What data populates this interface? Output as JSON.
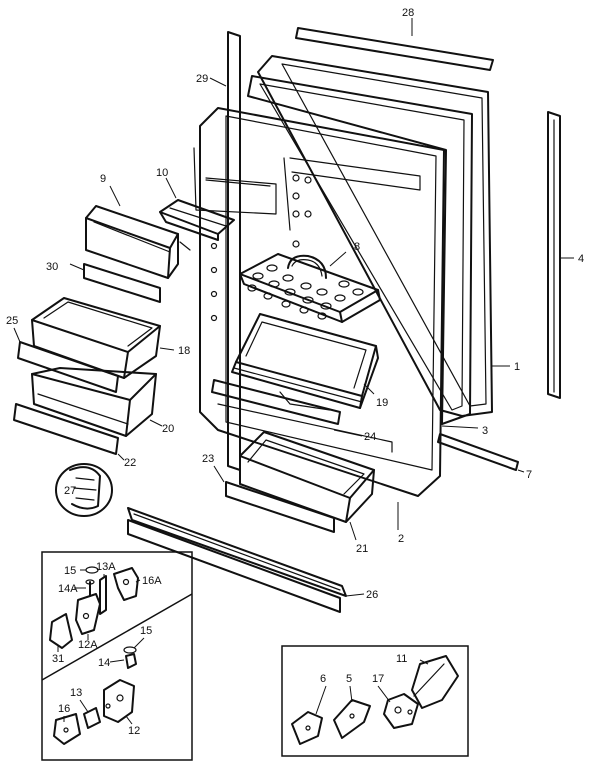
{
  "callouts": {
    "c28": "28",
    "c29": "29",
    "c4": "4",
    "c1": "1",
    "c3": "3",
    "c7": "7",
    "c2": "2",
    "c8": "8",
    "c9": "9",
    "c10": "10",
    "c30": "30",
    "c25": "25",
    "c18": "18",
    "c19": "19",
    "c20": "20",
    "c24": "24",
    "c22": "22",
    "c23": "23",
    "c27": "27",
    "c21": "21",
    "c26": "26",
    "c15a": "15",
    "c13a": "13A",
    "c14a": "14A",
    "c16a": "16A",
    "c12a": "12A",
    "c31": "31",
    "c15b": "15",
    "c14b": "14",
    "c13": "13",
    "c16": "16",
    "c12": "12",
    "c11": "11",
    "c6": "6",
    "c5": "5",
    "c17": "17"
  }
}
